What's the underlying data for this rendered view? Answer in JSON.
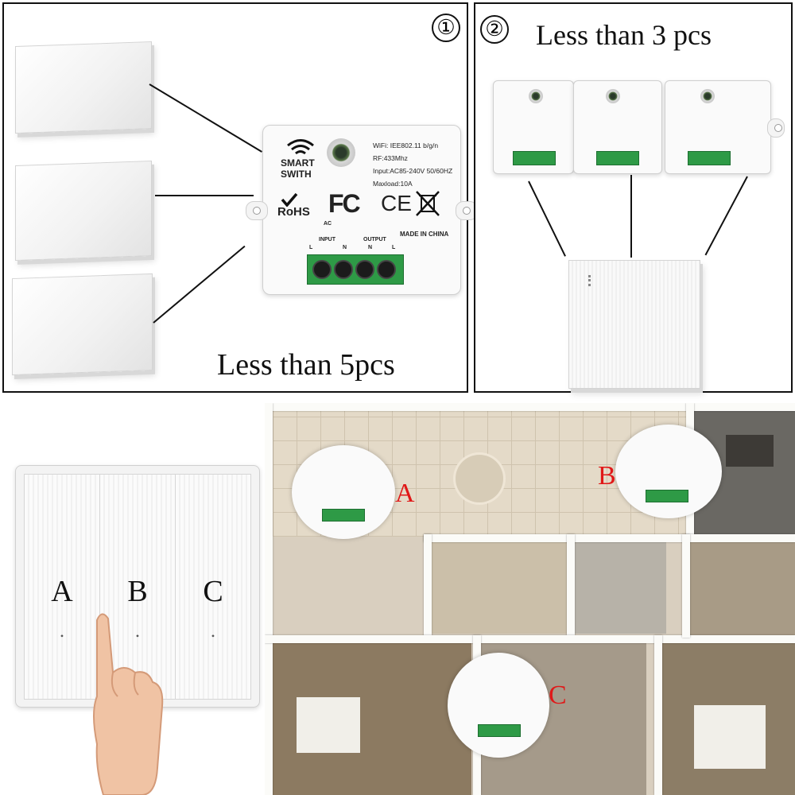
{
  "panel1": {
    "number": "①",
    "caption": "Less than 5pcs"
  },
  "panel2": {
    "number": "②",
    "caption": "Less than 3 pcs"
  },
  "module": {
    "wifi_label_line1": "SMART",
    "wifi_label_line2": "SWITH",
    "spec_wifi": "WiFi: IEE802.11 b/g/n",
    "spec_rf": "RF:433Mhz",
    "spec_input": "Input:AC85-240V 50/60HZ",
    "spec_load": "Maxload:10A",
    "rohs": "RoHS",
    "fc": "FC",
    "ce": "CE",
    "ac": "AC",
    "input": "INPUT",
    "output": "OUTPUT",
    "made_in": "MADE IN CHINA",
    "terminal_l": "L",
    "terminal_n": "N",
    "terminal_n2": "N",
    "terminal_l2": "L"
  },
  "gang_switch": {
    "keys": [
      "A",
      "B",
      "C"
    ],
    "dots": "•"
  },
  "floorplan": {
    "label_a": "A",
    "label_b": "B",
    "label_c": "C"
  },
  "colors": {
    "terminal_green": "#2e9a46",
    "label_red": "#e01818",
    "floor_tile": "#d9cfbf"
  }
}
